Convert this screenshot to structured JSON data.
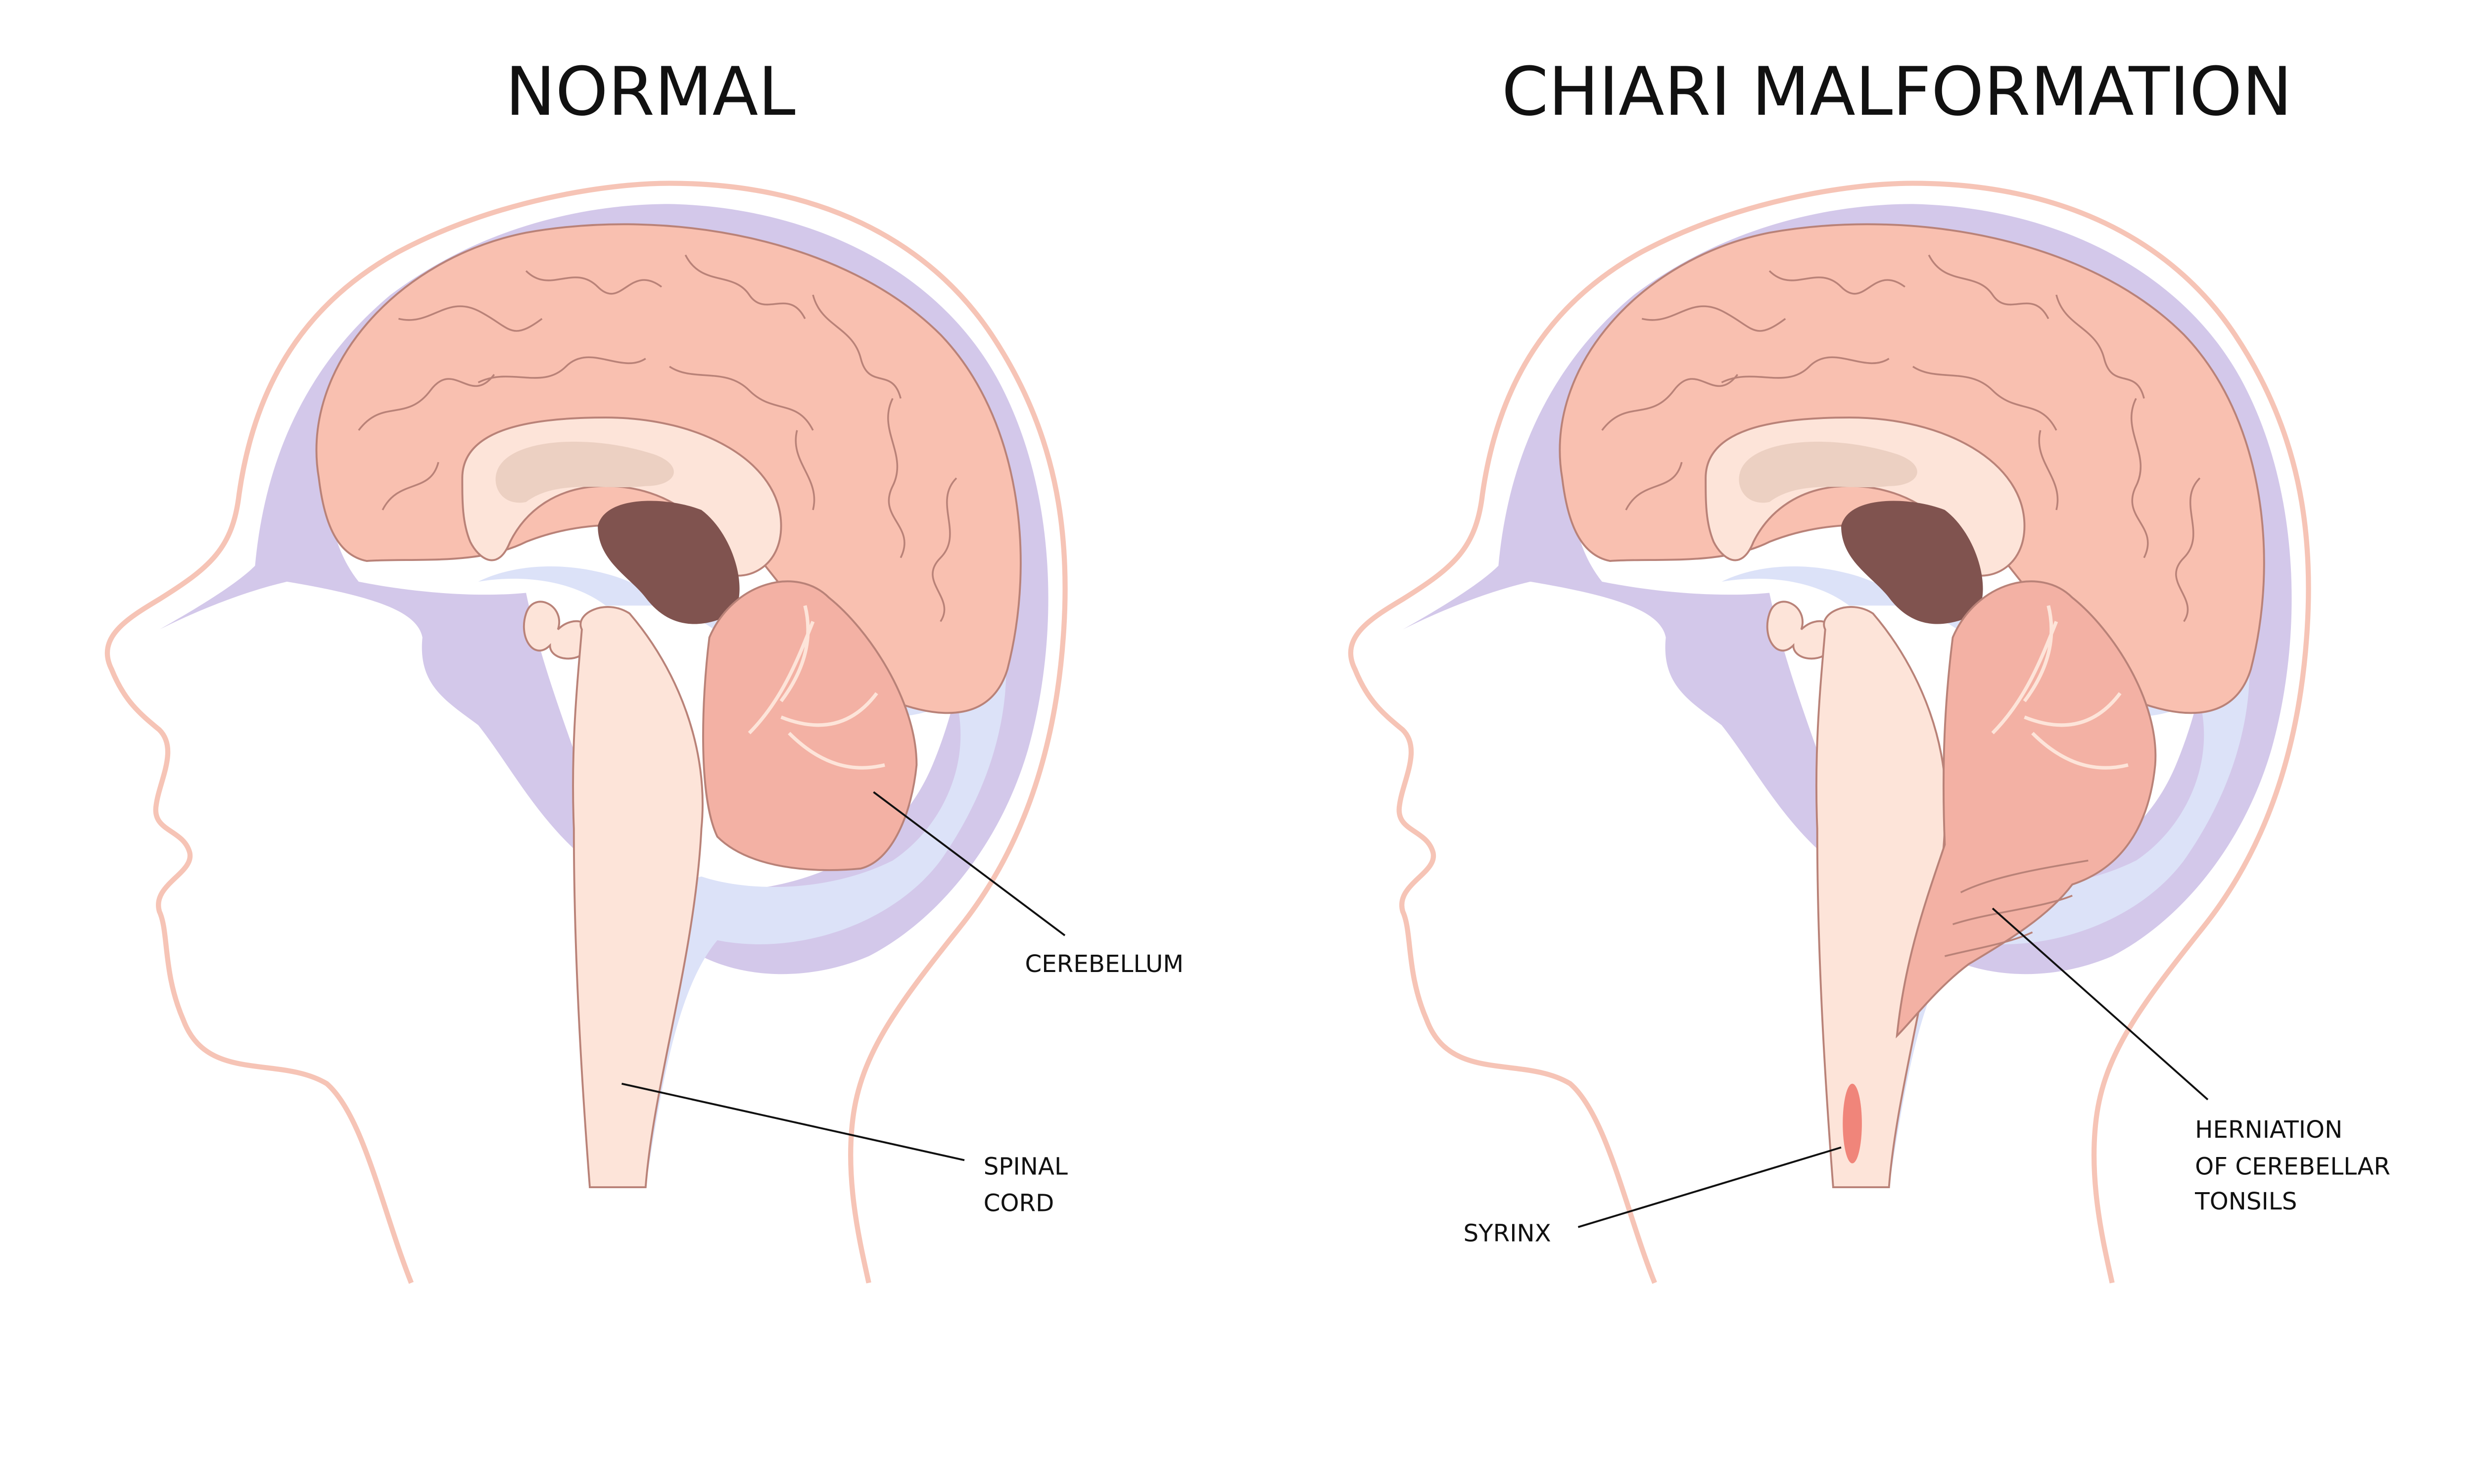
{
  "panels": [
    {
      "title": "NORMAL",
      "labels": {
        "cerebellum": "CEREBELLUM",
        "spinal_cord": [
          "SPINAL",
          "CORD"
        ]
      }
    },
    {
      "title": "CHIARI MALFORMATION",
      "labels": {
        "syrinx": "SYRINX",
        "herniation": [
          "HERNIATION",
          "OF CEREBELLAR",
          "TONSILS"
        ]
      }
    }
  ],
  "colors": {
    "skin": "#f6c4b6",
    "skull": "#d3c8ea",
    "csf": "#dce2f8",
    "brain": "#f9c0b0",
    "ventricle": "#80534f",
    "syrinx": "#f0857a"
  }
}
